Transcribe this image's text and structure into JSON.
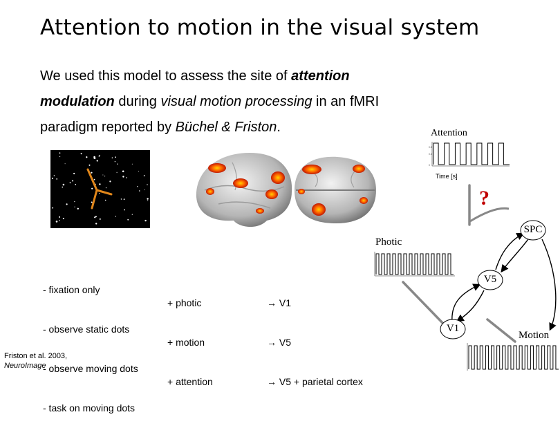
{
  "slide": {
    "title": "Attention to motion in the visual system",
    "intro": {
      "t1": "We used this model to assess the site of ",
      "t2": "attention modulation",
      "t3": " during ",
      "t4": "visual motion processing",
      "t5": " in an fMRI paradigm reported by ",
      "t6": "Büchel & Friston",
      "t7": "."
    },
    "conditions": [
      "- fixation only",
      "- observe static dots",
      "- observe moving dots",
      "- task on moving dots"
    ],
    "contrasts": [
      "+ photic",
      "+ motion",
      "+ attention"
    ],
    "results": [
      "V1",
      "V5",
      "V5 + parietal cortex"
    ],
    "result_arrow": "→",
    "citation": {
      "line1": "Friston et al. 2003,",
      "line2": "NeuroImage"
    }
  },
  "model": {
    "inputs": {
      "attention": "Attention",
      "photic": "Photic",
      "motion": "Motion"
    },
    "time_label": "Time [s]",
    "question_mark": "?",
    "nodes": {
      "spc": "SPC",
      "v5": "V5",
      "v1": "V1"
    },
    "colors": {
      "question": "#c00000",
      "arrow_gray": "#888888",
      "edge": "#000000"
    }
  }
}
